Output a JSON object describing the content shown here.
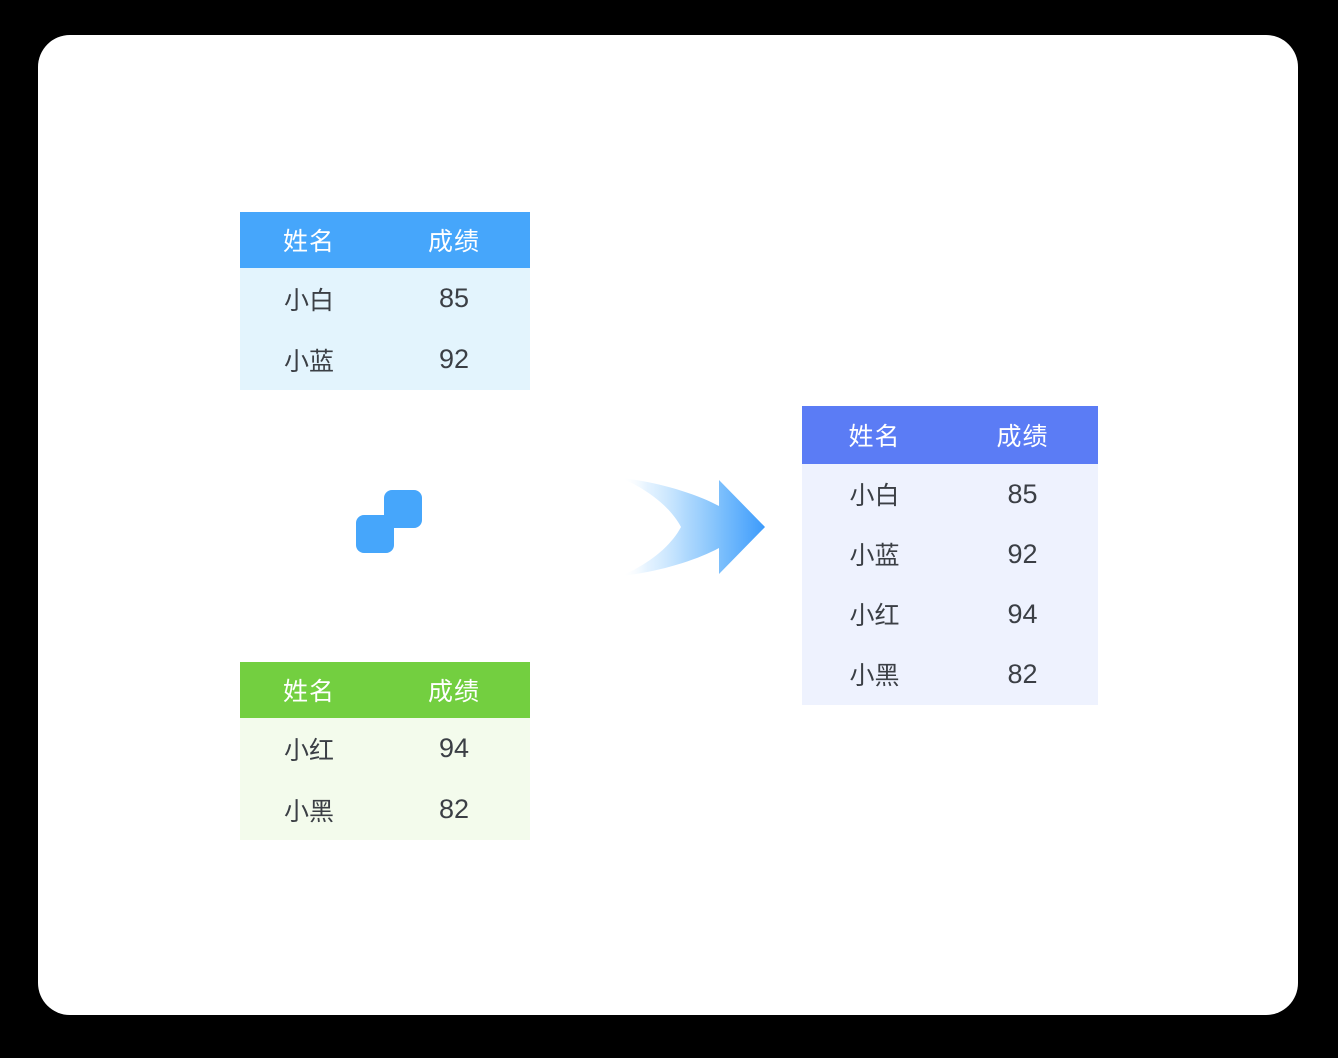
{
  "page": {
    "background_color": "#000000",
    "card_color": "#ffffff"
  },
  "diagram": {
    "title": "",
    "type": "table-merge-flow",
    "merge_icon": {
      "name": "merge-icon",
      "color": "#46a6fb"
    },
    "arrow": {
      "name": "flow-arrow",
      "direction": "right",
      "gradient_from": "#ffffff",
      "gradient_to": "#3d9bfb"
    }
  },
  "tables": {
    "source_a": {
      "name": "source-table-a",
      "header_color": "#46a6fb",
      "body_color": "#e3f4fd",
      "columns": [
        "姓名",
        "成绩"
      ],
      "rows": [
        {
          "name": "小白",
          "score": "85"
        },
        {
          "name": "小蓝",
          "score": "92"
        }
      ]
    },
    "source_b": {
      "name": "source-table-b",
      "header_color": "#73cf40",
      "body_color": "#f3fbec",
      "columns": [
        "姓名",
        "成绩"
      ],
      "rows": [
        {
          "name": "小红",
          "score": "94"
        },
        {
          "name": "小黑",
          "score": "82"
        }
      ]
    },
    "result": {
      "name": "result-table",
      "header_color": "#5b7cf5",
      "body_color": "#eef2fe",
      "columns": [
        "姓名",
        "成绩"
      ],
      "rows": [
        {
          "name": "小白",
          "score": "85"
        },
        {
          "name": "小蓝",
          "score": "92"
        },
        {
          "name": "小红",
          "score": "94"
        },
        {
          "name": "小黑",
          "score": "82"
        }
      ]
    }
  }
}
